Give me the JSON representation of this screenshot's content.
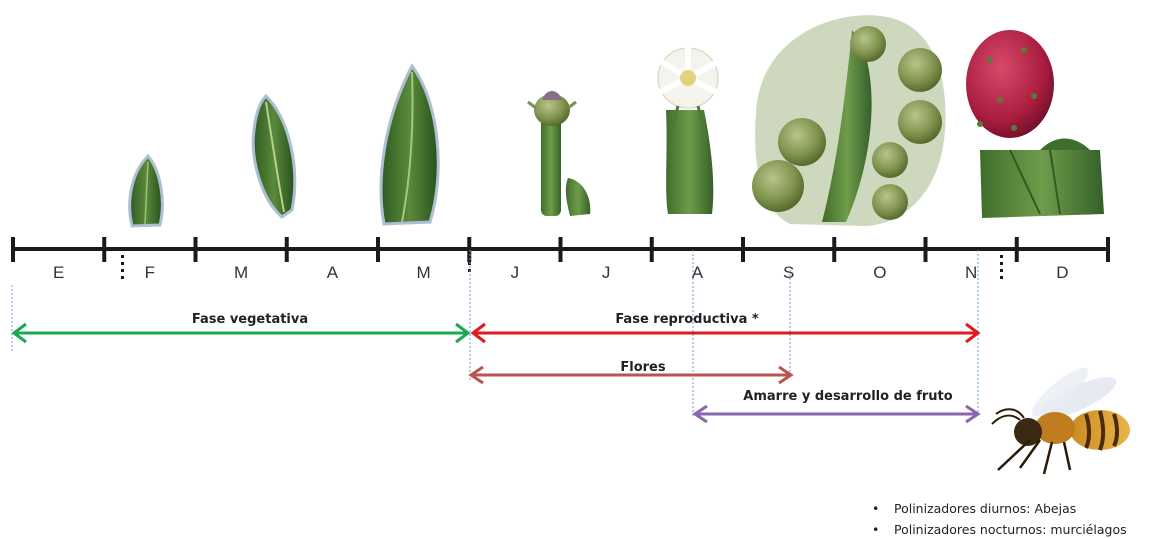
{
  "months": [
    "E",
    "F",
    "M",
    "A",
    "M",
    "J",
    "J",
    "A",
    "S",
    "O",
    "N",
    "D"
  ],
  "phases": {
    "vegetative": {
      "label": "Fase vegetativa",
      "color": "#1aa851"
    },
    "reproductive": {
      "label": "Fase reproductiva *",
      "color": "#e0191f"
    },
    "flowers": {
      "label": "Flores",
      "color": "#b9544e"
    },
    "fruit": {
      "label": "Amarre y desarrollo de fruto",
      "color": "#8a67ad"
    }
  },
  "pollinators": [
    "Polinizadores diurnos: Abejas",
    "Polinizadores nocturnos: murciélagos"
  ],
  "illustrations": {
    "leaf_small": "young-cactus-shoot",
    "leaf_medium": "cactus-stem-segment",
    "leaf_large": "mature-cactus-stem",
    "bud": "flower-bud",
    "flower": "white-pitahaya-flower",
    "fruit_cluster": "developing-fruits",
    "ripe_fruit": "red-pitahaya-fruit",
    "pollinator": "bee"
  }
}
